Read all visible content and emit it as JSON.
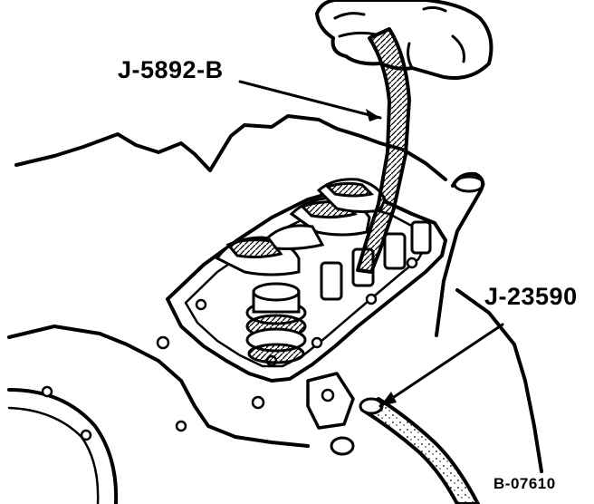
{
  "labels": {
    "tool_top": "J-5892-B",
    "tool_right": "J-23590",
    "figure_code": "B-07610"
  },
  "colors": {
    "ink": "#000000",
    "paper": "#ffffff"
  }
}
